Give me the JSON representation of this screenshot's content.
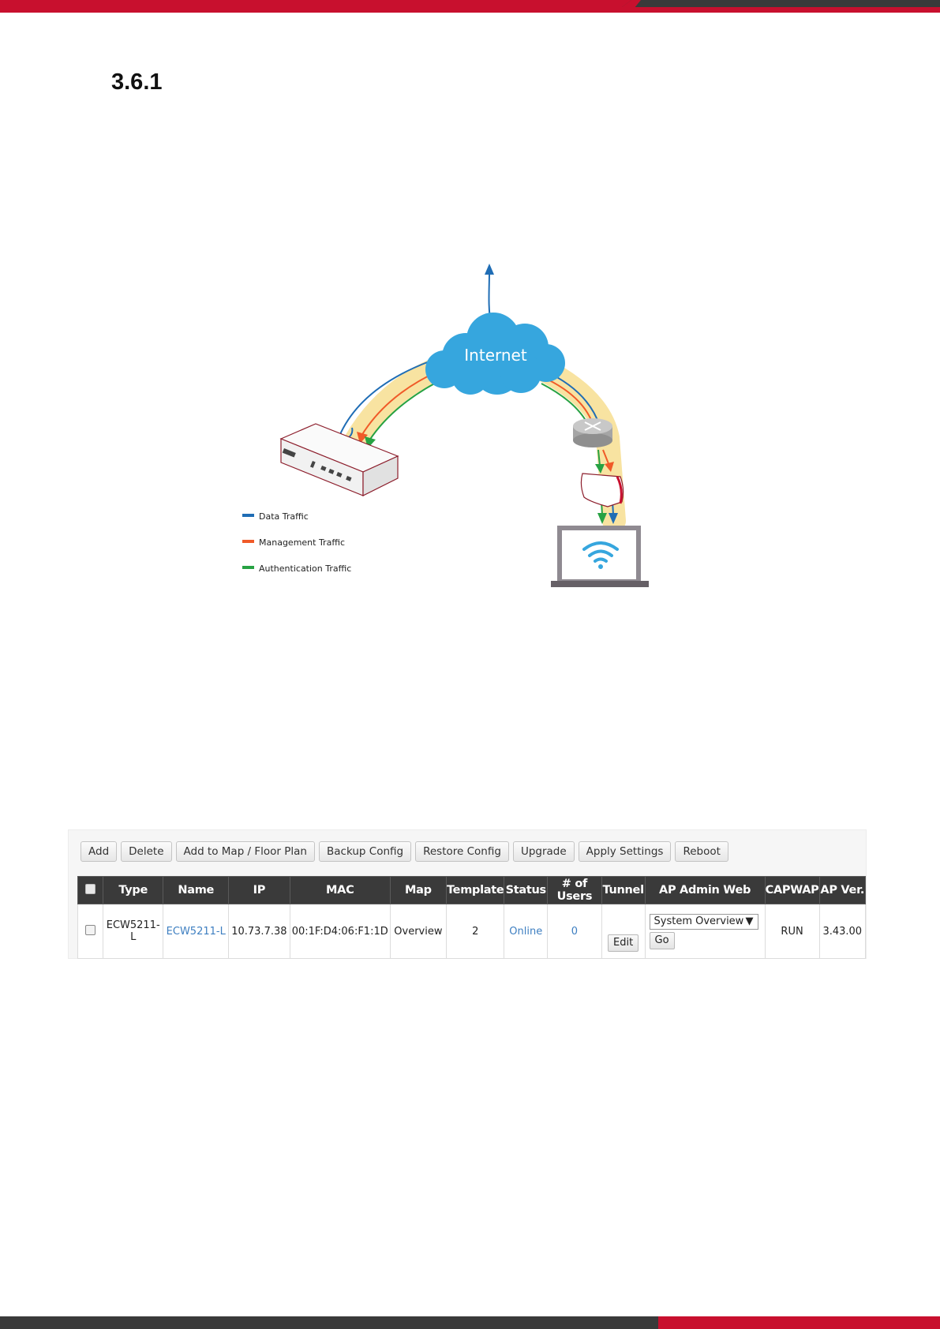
{
  "heading": "3.6.1",
  "diagram": {
    "cloud_label": "Internet",
    "legend": [
      {
        "label": "Data Traffic",
        "color": "#1f6db5"
      },
      {
        "label": "Management Traffic",
        "color": "#f05a28"
      },
      {
        "label": "Authentication Traffic",
        "color": "#27a243"
      }
    ],
    "colors": {
      "cloud": "#36a6de",
      "halo": "#f8e3a1",
      "brand": "#c8102e"
    }
  },
  "toolbar": {
    "buttons": [
      "Add",
      "Delete",
      "Add to Map / Floor Plan",
      "Backup Config",
      "Restore Config",
      "Upgrade",
      "Apply Settings",
      "Reboot"
    ]
  },
  "table": {
    "headers": [
      "Type",
      "Name",
      "IP",
      "MAC",
      "Map",
      "Template",
      "Status",
      "# of Users",
      "Tunnel",
      "AP Admin Web",
      "CAPWAP",
      "AP Ver."
    ],
    "row": {
      "type_line1": "ECW5211-",
      "type_line2": "L",
      "name": "ECW5211-L",
      "ip": "10.73.7.38",
      "mac": "00:1F:D4:06:F1:1D",
      "map": "Overview",
      "template": "2",
      "status": "Online",
      "users": "0",
      "tunnel_button": "Edit",
      "admin_web_selected": "System Overview",
      "admin_web_go": "Go",
      "capwap": "RUN",
      "ap_version": "3.43.00"
    }
  }
}
